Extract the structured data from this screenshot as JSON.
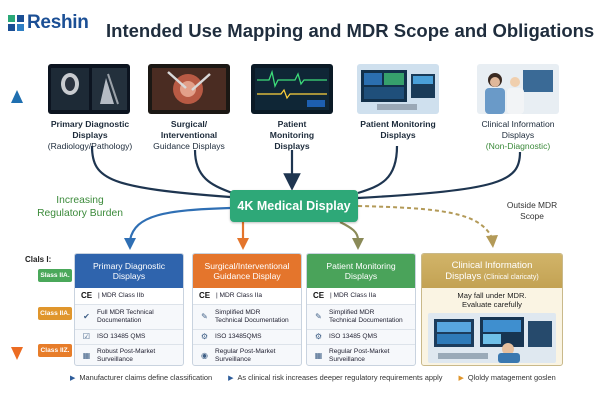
{
  "brand": {
    "name": "Reshin",
    "accent": "#1b4f95"
  },
  "title": "Intended Use Mapping and MDR Scope and Obligations",
  "display_types": [
    {
      "line1": "Primary Diagnostic",
      "line2": "Displays",
      "line3": "(Radiology/Pathology)"
    },
    {
      "line1": "Surgical/",
      "line2": "Interventional",
      "line3": "Guidance Displays"
    },
    {
      "line1": "Patient",
      "line2": "Monitoring",
      "line3": "Displays"
    },
    {
      "line1": "Patient Monitoring",
      "line2": "Displays",
      "line3": ""
    },
    {
      "line1": "Clinical Information",
      "line2": "Displays",
      "line3": "(Non-Diagnostic)"
    }
  ],
  "center": {
    "label": "4K Medical Display",
    "color": "#2ea878"
  },
  "left_axis": {
    "label_line1": "Increasing",
    "label_line2": "Regulatory Burden"
  },
  "outside": {
    "line1": "Outside MDR",
    "line2": "Scope"
  },
  "class_legend": {
    "heading": "Clals I:",
    "items": [
      {
        "label": "Slass IIA.",
        "color": "#4aa85a"
      },
      {
        "label": "Class IIA.",
        "color": "#e0962c"
      },
      {
        "label": "Class IIZ.",
        "color": "#e77d2a"
      }
    ]
  },
  "cards": [
    {
      "title_line1": "Primary Diagnostic",
      "title_line2": "Displays",
      "color": "#2f64ad",
      "class_text": "| MDR Class IIb",
      "doc_line1": "Full MDR Technical",
      "doc_line2": "Documentation",
      "qms": "ISO 13485 QMS",
      "pms_line1": "Robust Post-Market",
      "pms_line2": "Surveillance"
    },
    {
      "title_line1": "Surgical/Interventional",
      "title_line2": "Guidance Display",
      "color": "#e4752c",
      "class_text": "| MDR Class IIa",
      "doc_line1": "Simplified MDR",
      "doc_line2": "Technical Documentation",
      "qms": "ISO 13485QMS",
      "pms_line1": "Regular Post-Market",
      "pms_line2": "Surveillance"
    },
    {
      "title_line1": "Patient Monitoring",
      "title_line2": "Displays",
      "color": "#4aa35a",
      "class_text": "| MDR Class IIa",
      "doc_line1": "Simplified MDR",
      "doc_line2": "Technical Documentation",
      "qms": "ISO 13485 QMS",
      "pms_line1": "Regular Post-Market",
      "pms_line2": "Surveillance"
    }
  ],
  "info_card": {
    "title_line1": "Clinical Information",
    "title_line2": "Displays",
    "title_small": "(Clinical claricaty)",
    "note_line1": "May fall under MDR.",
    "note_line2": "Evaluate carefully",
    "color": "#c9a95c"
  },
  "ce_mark": "CE",
  "footer": [
    "Manufacturer claims define classification",
    "As clinical risk increases deeper regulatory requirements apply",
    "Qloldy matagement goslen"
  ]
}
